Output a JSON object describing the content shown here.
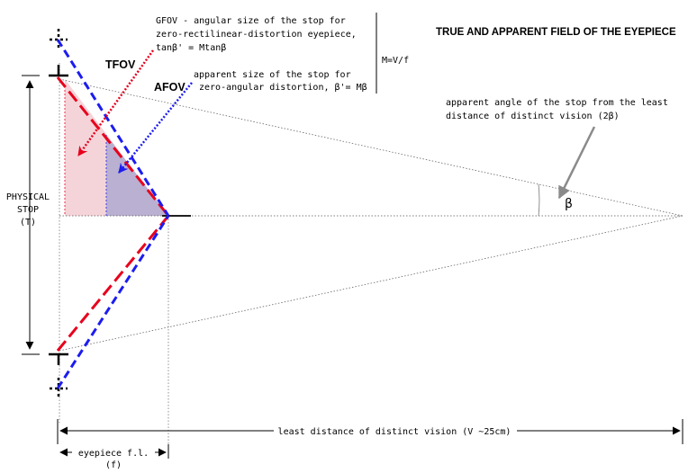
{
  "title": "TRUE AND APPARENT FIELD OF THE EYEPIECE",
  "labels": {
    "gfov_line1": "GFOV - angular size of the stop for",
    "gfov_line2": "zero-rectilinear-distortion eyepiece,",
    "gfov_line3": "tanβ' = Mtanβ",
    "afov_line1": "apparent size of the stop for",
    "afov_line2": "zero-angular distortion, β'= Mβ",
    "magnification": "M=V/f",
    "tfov": "TFOV",
    "afov": "AFOV",
    "apparent_line1": "apparent angle of the stop from the least",
    "apparent_line2": "distance of distinct vision (2β)",
    "beta": "β",
    "stop_line1": "PHYSICAL",
    "stop_line2": "STOP",
    "stop_line3": "(T)",
    "distance": "least distance of distinct vision (V ~25cm)",
    "focal_line1": "eyepiece f.l.",
    "focal_line2": "(f)"
  },
  "colors": {
    "red": "#e8001c",
    "blue": "#1c1cf0",
    "red_fill": "#f2c6cc",
    "blue_fill": "#aaa6cf",
    "grey_arrow": "#8a8a8a"
  }
}
